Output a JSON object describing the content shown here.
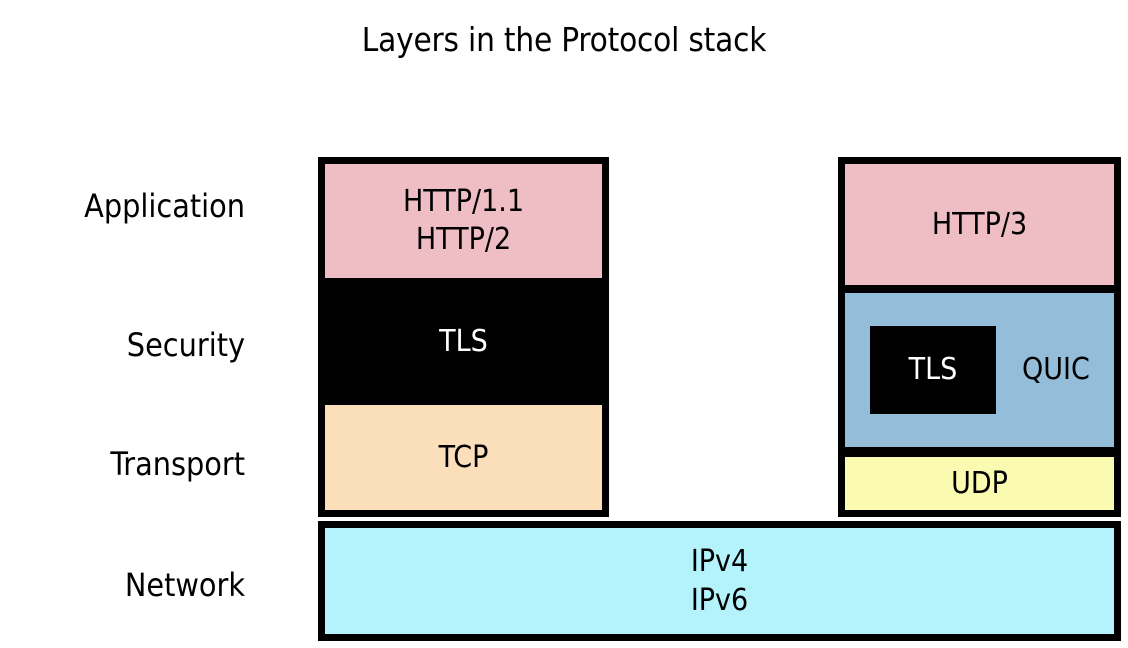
{
  "title": "Layers in the Protocol stack",
  "layer_labels": {
    "application": "Application",
    "security": "Security",
    "transport": "Transport",
    "network": "Network"
  },
  "left_stack": {
    "application": {
      "line1": "HTTP/1.1",
      "line2": "HTTP/2",
      "color": "#EEBEC4"
    },
    "security": {
      "label": "TLS",
      "color": "#000000",
      "text_color": "#FFFFFF"
    },
    "transport": {
      "label": "TCP",
      "color": "#FBDEBA"
    }
  },
  "right_stack": {
    "application": {
      "label": "HTTP/3",
      "color": "#EEBEC4"
    },
    "security": {
      "label": "QUIC",
      "inner_label": "TLS",
      "color": "#93BDD9",
      "inner_color": "#000000"
    },
    "transport": {
      "label": "UDP",
      "color": "#FAFAB0"
    }
  },
  "network_bar": {
    "line1": "IPv4",
    "line2": "IPv6",
    "color": "#B5F3FC"
  },
  "colors": {
    "background": "#FFFFFF",
    "outline": "#000000",
    "pink": "#EEBEC4",
    "peach": "#FBDEBA",
    "blue": "#93BDD9",
    "yellow": "#FAFAB0",
    "cyan": "#B5F3FC"
  }
}
